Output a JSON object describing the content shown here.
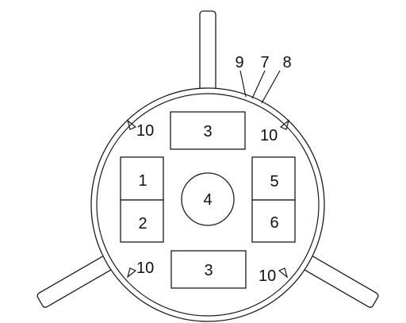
{
  "diagram": {
    "labels": {
      "box_top": "3",
      "box_bottom": "3",
      "box_left_top": "1",
      "box_left_bottom": "2",
      "center_circle": "4",
      "box_right_top": "5",
      "box_right_bottom": "6",
      "callout_7": "7",
      "callout_8": "8",
      "callout_9": "9",
      "mark_top_left": "10",
      "mark_top_right": "10",
      "mark_bottom_left": "10",
      "mark_bottom_right": "10"
    },
    "colors": {
      "line": "#1a1a1a",
      "background": "#ffffff"
    }
  }
}
